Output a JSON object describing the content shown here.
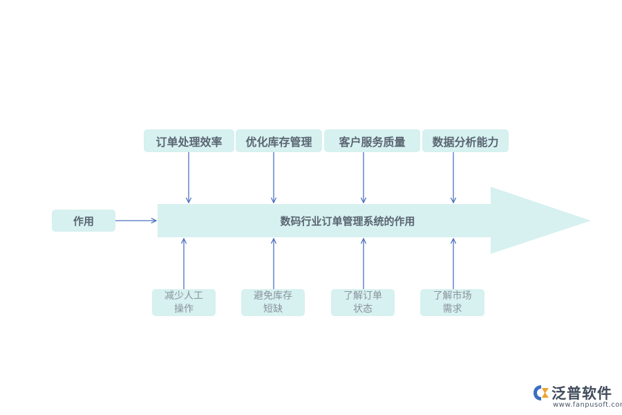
{
  "diagram": {
    "main_label": "数码行业订单管理系统的作用",
    "left_label": "作用",
    "top_items": [
      "订单处理效率",
      "优化库存管理",
      "客户服务质量",
      "数据分析能力"
    ],
    "bottom_items": [
      [
        "减少人工",
        "操作"
      ],
      [
        "避免库存",
        "短缺"
      ],
      [
        "了解订单",
        "状态"
      ],
      [
        "了解市场",
        "需求"
      ]
    ]
  },
  "logo": {
    "name": "泛普软件",
    "url": "www.fanpusoft.com"
  },
  "colors": {
    "arrow_fill": "#d6f1ef",
    "box_fill": "#d6f1ef",
    "connector": "#4a6fbf",
    "logo_orange": "#f0a030",
    "logo_blue": "#3b6fc0"
  }
}
